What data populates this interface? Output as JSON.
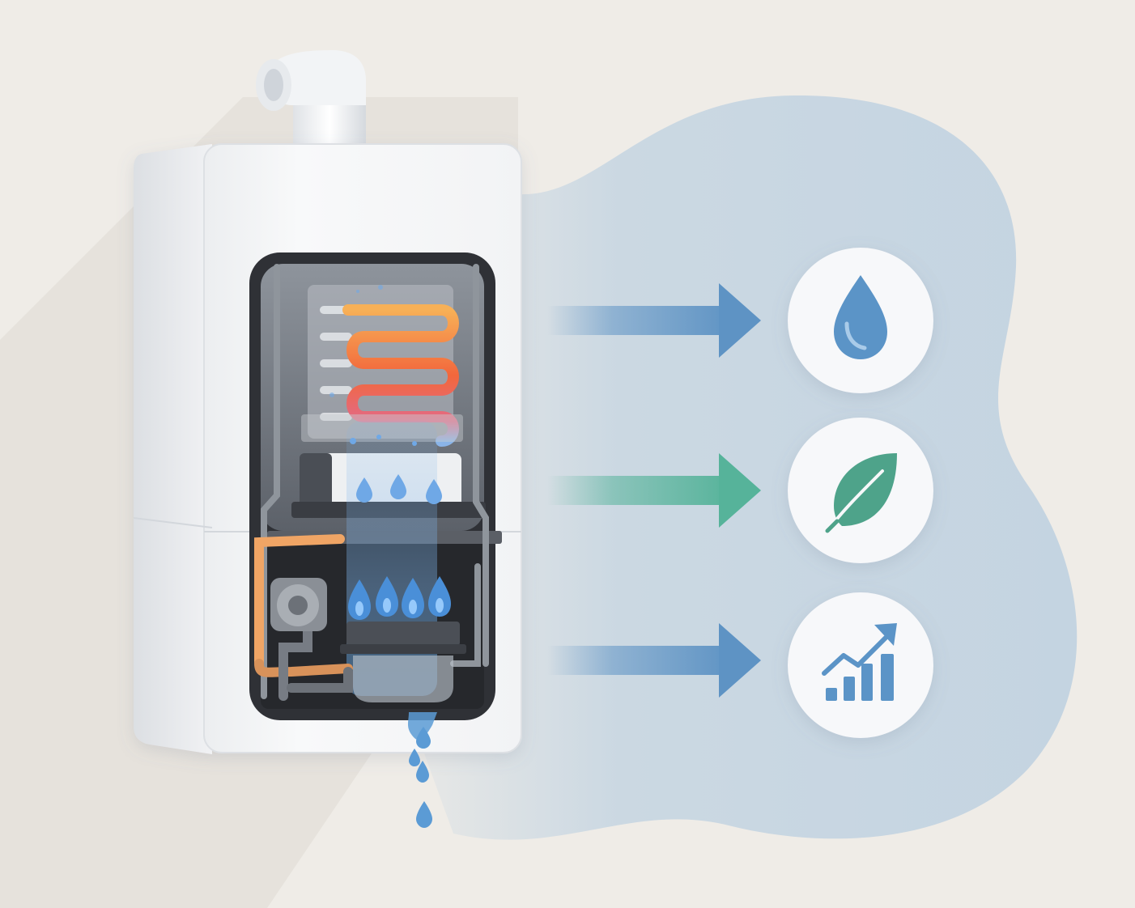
{
  "scene": {
    "description_labels": [],
    "colors": {
      "background": "#efece7",
      "wall_shadow": "#e2ded7",
      "blob": "#c5d5e2",
      "boiler_body": "#f6f7f8",
      "boiler_edge": "#d9dde1",
      "cavity": "#2b2d31",
      "coil_hot": "#f26a3d",
      "coil_warm": "#f5a44e",
      "water_blue": "#5b9bd5",
      "flame_blue": "#4a8fd8",
      "arrow_blue": "#5e93c4",
      "arrow_green": "#56b39a",
      "icon_blue": "#5b94c7",
      "icon_green": "#4ea38a",
      "circle_fill": "#f7f8fa"
    }
  },
  "benefits": [
    {
      "id": "water",
      "icon": "water-drop-icon",
      "arrow_color": "#5e93c4"
    },
    {
      "id": "eco",
      "icon": "leaf-icon",
      "arrow_color": "#56b39a"
    },
    {
      "id": "savings",
      "icon": "growth-chart-icon",
      "arrow_color": "#5e93c4"
    }
  ]
}
